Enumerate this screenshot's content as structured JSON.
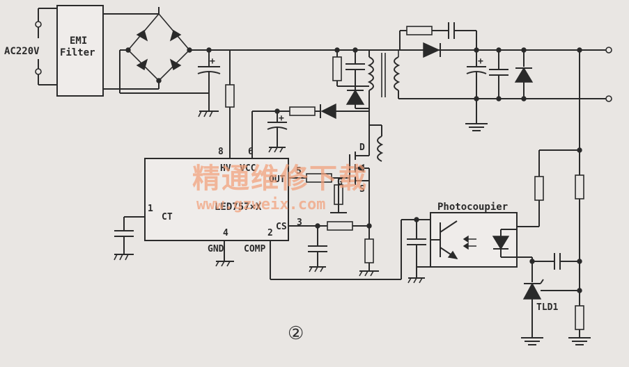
{
  "input": {
    "source_label": "AC220V"
  },
  "emi_filter": {
    "line1": "EMI",
    "line2": "Filter"
  },
  "controller": {
    "part": "LED757×X",
    "pins": [
      {
        "number": "8",
        "name": "HV"
      },
      {
        "number": "6",
        "name": "VCC"
      },
      {
        "number": "5",
        "name": "OUT"
      },
      {
        "number": "1",
        "name": "CT"
      },
      {
        "number": "4",
        "name": "GND"
      },
      {
        "number": "2",
        "name": "COMP"
      },
      {
        "number": "3",
        "name": "CS"
      }
    ]
  },
  "mosfet": {
    "drain": "D",
    "gate": "G",
    "source": "S"
  },
  "optocoupler": {
    "label": "Photocoupier"
  },
  "reference": {
    "label": "TLD1"
  },
  "watermark": {
    "line1": "精通维修下载",
    "line2": "www.gzweix.com"
  },
  "figure_number": "②"
}
